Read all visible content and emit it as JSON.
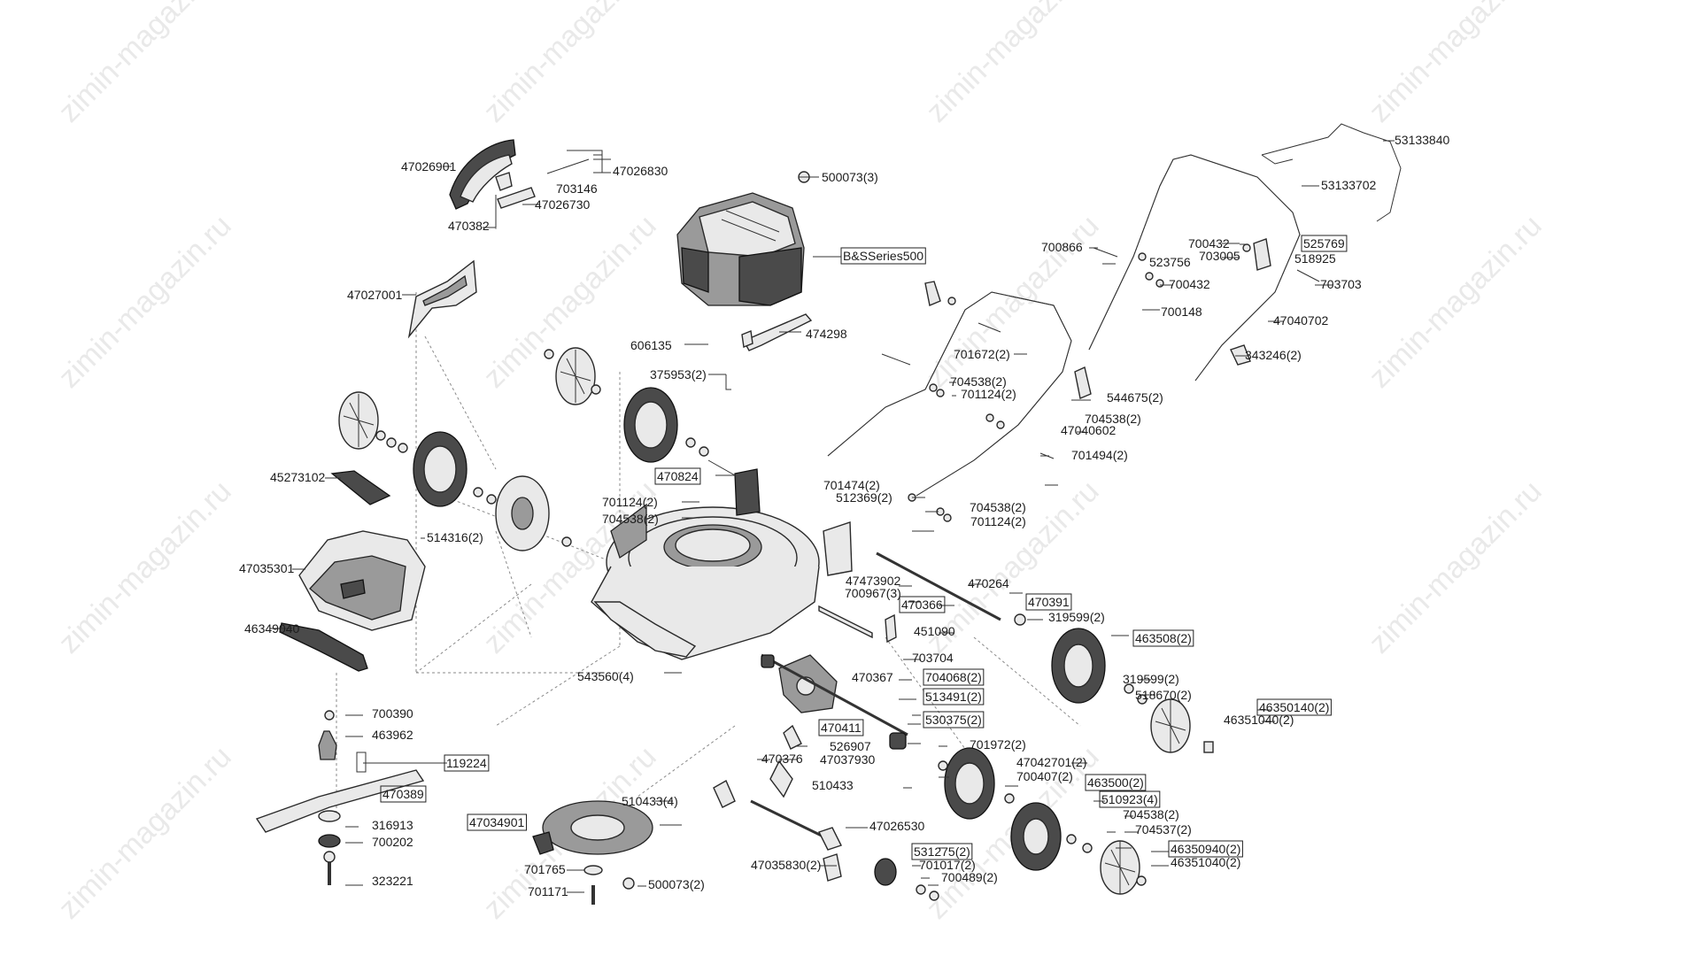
{
  "watermark": "zimin-magazin.ru",
  "labels": [
    {
      "id": "l01",
      "text": "47026901",
      "boxed": false
    },
    {
      "id": "l02",
      "text": "47026830",
      "boxed": false
    },
    {
      "id": "l03",
      "text": "703146",
      "boxed": false
    },
    {
      "id": "l04",
      "text": "470382",
      "boxed": false
    },
    {
      "id": "l05",
      "text": "47026730",
      "boxed": false
    },
    {
      "id": "l06",
      "text": "47027001",
      "boxed": false
    },
    {
      "id": "l07",
      "text": "500073(3)",
      "boxed": false
    },
    {
      "id": "l08",
      "text": "B&SSeries500",
      "boxed": true
    },
    {
      "id": "l09",
      "text": "606135",
      "boxed": false
    },
    {
      "id": "l10",
      "text": "474298",
      "boxed": false
    },
    {
      "id": "l11",
      "text": "375953(2)",
      "boxed": false
    },
    {
      "id": "l12",
      "text": "470824",
      "boxed": true
    },
    {
      "id": "l13",
      "text": "701124(2)",
      "boxed": false
    },
    {
      "id": "l14",
      "text": "704538(2)",
      "boxed": false
    },
    {
      "id": "l15",
      "text": "45273102",
      "boxed": false
    },
    {
      "id": "l16",
      "text": "514316(2)",
      "boxed": false
    },
    {
      "id": "l17",
      "text": "47035301",
      "boxed": false
    },
    {
      "id": "l18",
      "text": "46349040",
      "boxed": false
    },
    {
      "id": "l19",
      "text": "53133840",
      "boxed": false
    },
    {
      "id": "l20",
      "text": "53133702",
      "boxed": false
    },
    {
      "id": "l21",
      "text": "700866",
      "boxed": false
    },
    {
      "id": "l22",
      "text": "700432",
      "boxed": false
    },
    {
      "id": "l23",
      "text": "703005",
      "boxed": false
    },
    {
      "id": "l24",
      "text": "525769",
      "boxed": true
    },
    {
      "id": "l25",
      "text": "518925",
      "boxed": false
    },
    {
      "id": "l26",
      "text": "523756",
      "boxed": false
    },
    {
      "id": "l27",
      "text": "700432",
      "boxed": false
    },
    {
      "id": "l28",
      "text": "703703",
      "boxed": false
    },
    {
      "id": "l29",
      "text": "700148",
      "boxed": false
    },
    {
      "id": "l30",
      "text": "47040702",
      "boxed": false
    },
    {
      "id": "l31",
      "text": "701672(2)",
      "boxed": false
    },
    {
      "id": "l32",
      "text": "343246(2)",
      "boxed": false
    },
    {
      "id": "l33",
      "text": "704538(2)",
      "boxed": false
    },
    {
      "id": "l34",
      "text": "701124(2)",
      "boxed": false
    },
    {
      "id": "l35",
      "text": "544675(2)",
      "boxed": false
    },
    {
      "id": "l36",
      "text": "704538(2)",
      "boxed": false
    },
    {
      "id": "l37",
      "text": "47040602",
      "boxed": false
    },
    {
      "id": "l38",
      "text": "701494(2)",
      "boxed": false
    },
    {
      "id": "l39",
      "text": "701474(2)",
      "boxed": false
    },
    {
      "id": "l40",
      "text": "512369(2)",
      "boxed": false
    },
    {
      "id": "l41",
      "text": "704538(2)",
      "boxed": false
    },
    {
      "id": "l42",
      "text": "701124(2)",
      "boxed": false
    },
    {
      "id": "l43",
      "text": "47473902",
      "boxed": false
    },
    {
      "id": "l44",
      "text": "700967(3)",
      "boxed": false
    },
    {
      "id": "l45",
      "text": "470366",
      "boxed": true
    },
    {
      "id": "l46",
      "text": "470264",
      "boxed": false
    },
    {
      "id": "l47",
      "text": "470391",
      "boxed": true
    },
    {
      "id": "l48",
      "text": "319599(2)",
      "boxed": false
    },
    {
      "id": "l49",
      "text": "451090",
      "boxed": false
    },
    {
      "id": "l50",
      "text": "463508(2)",
      "boxed": true
    },
    {
      "id": "l51",
      "text": "703704",
      "boxed": false
    },
    {
      "id": "l52",
      "text": "543560(4)",
      "boxed": false
    },
    {
      "id": "l53",
      "text": "470367",
      "boxed": false
    },
    {
      "id": "l54",
      "text": "704068(2)",
      "boxed": true
    },
    {
      "id": "l55",
      "text": "513491(2)",
      "boxed": true
    },
    {
      "id": "l56",
      "text": "319599(2)",
      "boxed": false
    },
    {
      "id": "l57",
      "text": "518670(2)",
      "boxed": false
    },
    {
      "id": "l58",
      "text": "46350140(2)",
      "boxed": true
    },
    {
      "id": "l59",
      "text": "46351040(2)",
      "boxed": false
    },
    {
      "id": "l60",
      "text": "700390",
      "boxed": false
    },
    {
      "id": "l61",
      "text": "463962",
      "boxed": false
    },
    {
      "id": "l62",
      "text": "470411",
      "boxed": true
    },
    {
      "id": "l63",
      "text": "530375(2)",
      "boxed": true
    },
    {
      "id": "l64",
      "text": "119224",
      "boxed": true
    },
    {
      "id": "l65",
      "text": "526907",
      "boxed": false
    },
    {
      "id": "l66",
      "text": "470376",
      "boxed": false
    },
    {
      "id": "l67",
      "text": "47037930",
      "boxed": false
    },
    {
      "id": "l68",
      "text": "701972(2)",
      "boxed": false
    },
    {
      "id": "l69",
      "text": "47042701(2)",
      "boxed": false
    },
    {
      "id": "l70",
      "text": "470389",
      "boxed": true
    },
    {
      "id": "l71",
      "text": "700407(2)",
      "boxed": false
    },
    {
      "id": "l72",
      "text": "510433",
      "boxed": false
    },
    {
      "id": "l73",
      "text": "510433(4)",
      "boxed": false
    },
    {
      "id": "l74",
      "text": "463500(2)",
      "boxed": true
    },
    {
      "id": "l75",
      "text": "510923(4)",
      "boxed": true
    },
    {
      "id": "l76",
      "text": "316913",
      "boxed": false
    },
    {
      "id": "l77",
      "text": "47034901",
      "boxed": true
    },
    {
      "id": "l78",
      "text": "704538(2)",
      "boxed": false
    },
    {
      "id": "l79",
      "text": "47026530",
      "boxed": false
    },
    {
      "id": "l80",
      "text": "704537(2)",
      "boxed": false
    },
    {
      "id": "l81",
      "text": "700202",
      "boxed": false
    },
    {
      "id": "l82",
      "text": "531275(2)",
      "boxed": true
    },
    {
      "id": "l83",
      "text": "46350940(2)",
      "boxed": true
    },
    {
      "id": "l84",
      "text": "46351040(2)",
      "boxed": false
    },
    {
      "id": "l85",
      "text": "701765",
      "boxed": false
    },
    {
      "id": "l86",
      "text": "47035830(2)",
      "boxed": false
    },
    {
      "id": "l87",
      "text": "701017(2)",
      "boxed": false
    },
    {
      "id": "l88",
      "text": "323221",
      "boxed": false
    },
    {
      "id": "l89",
      "text": "700489(2)",
      "boxed": false
    },
    {
      "id": "l90",
      "text": "701171",
      "boxed": false
    },
    {
      "id": "l91",
      "text": "500073(2)",
      "boxed": false
    }
  ]
}
